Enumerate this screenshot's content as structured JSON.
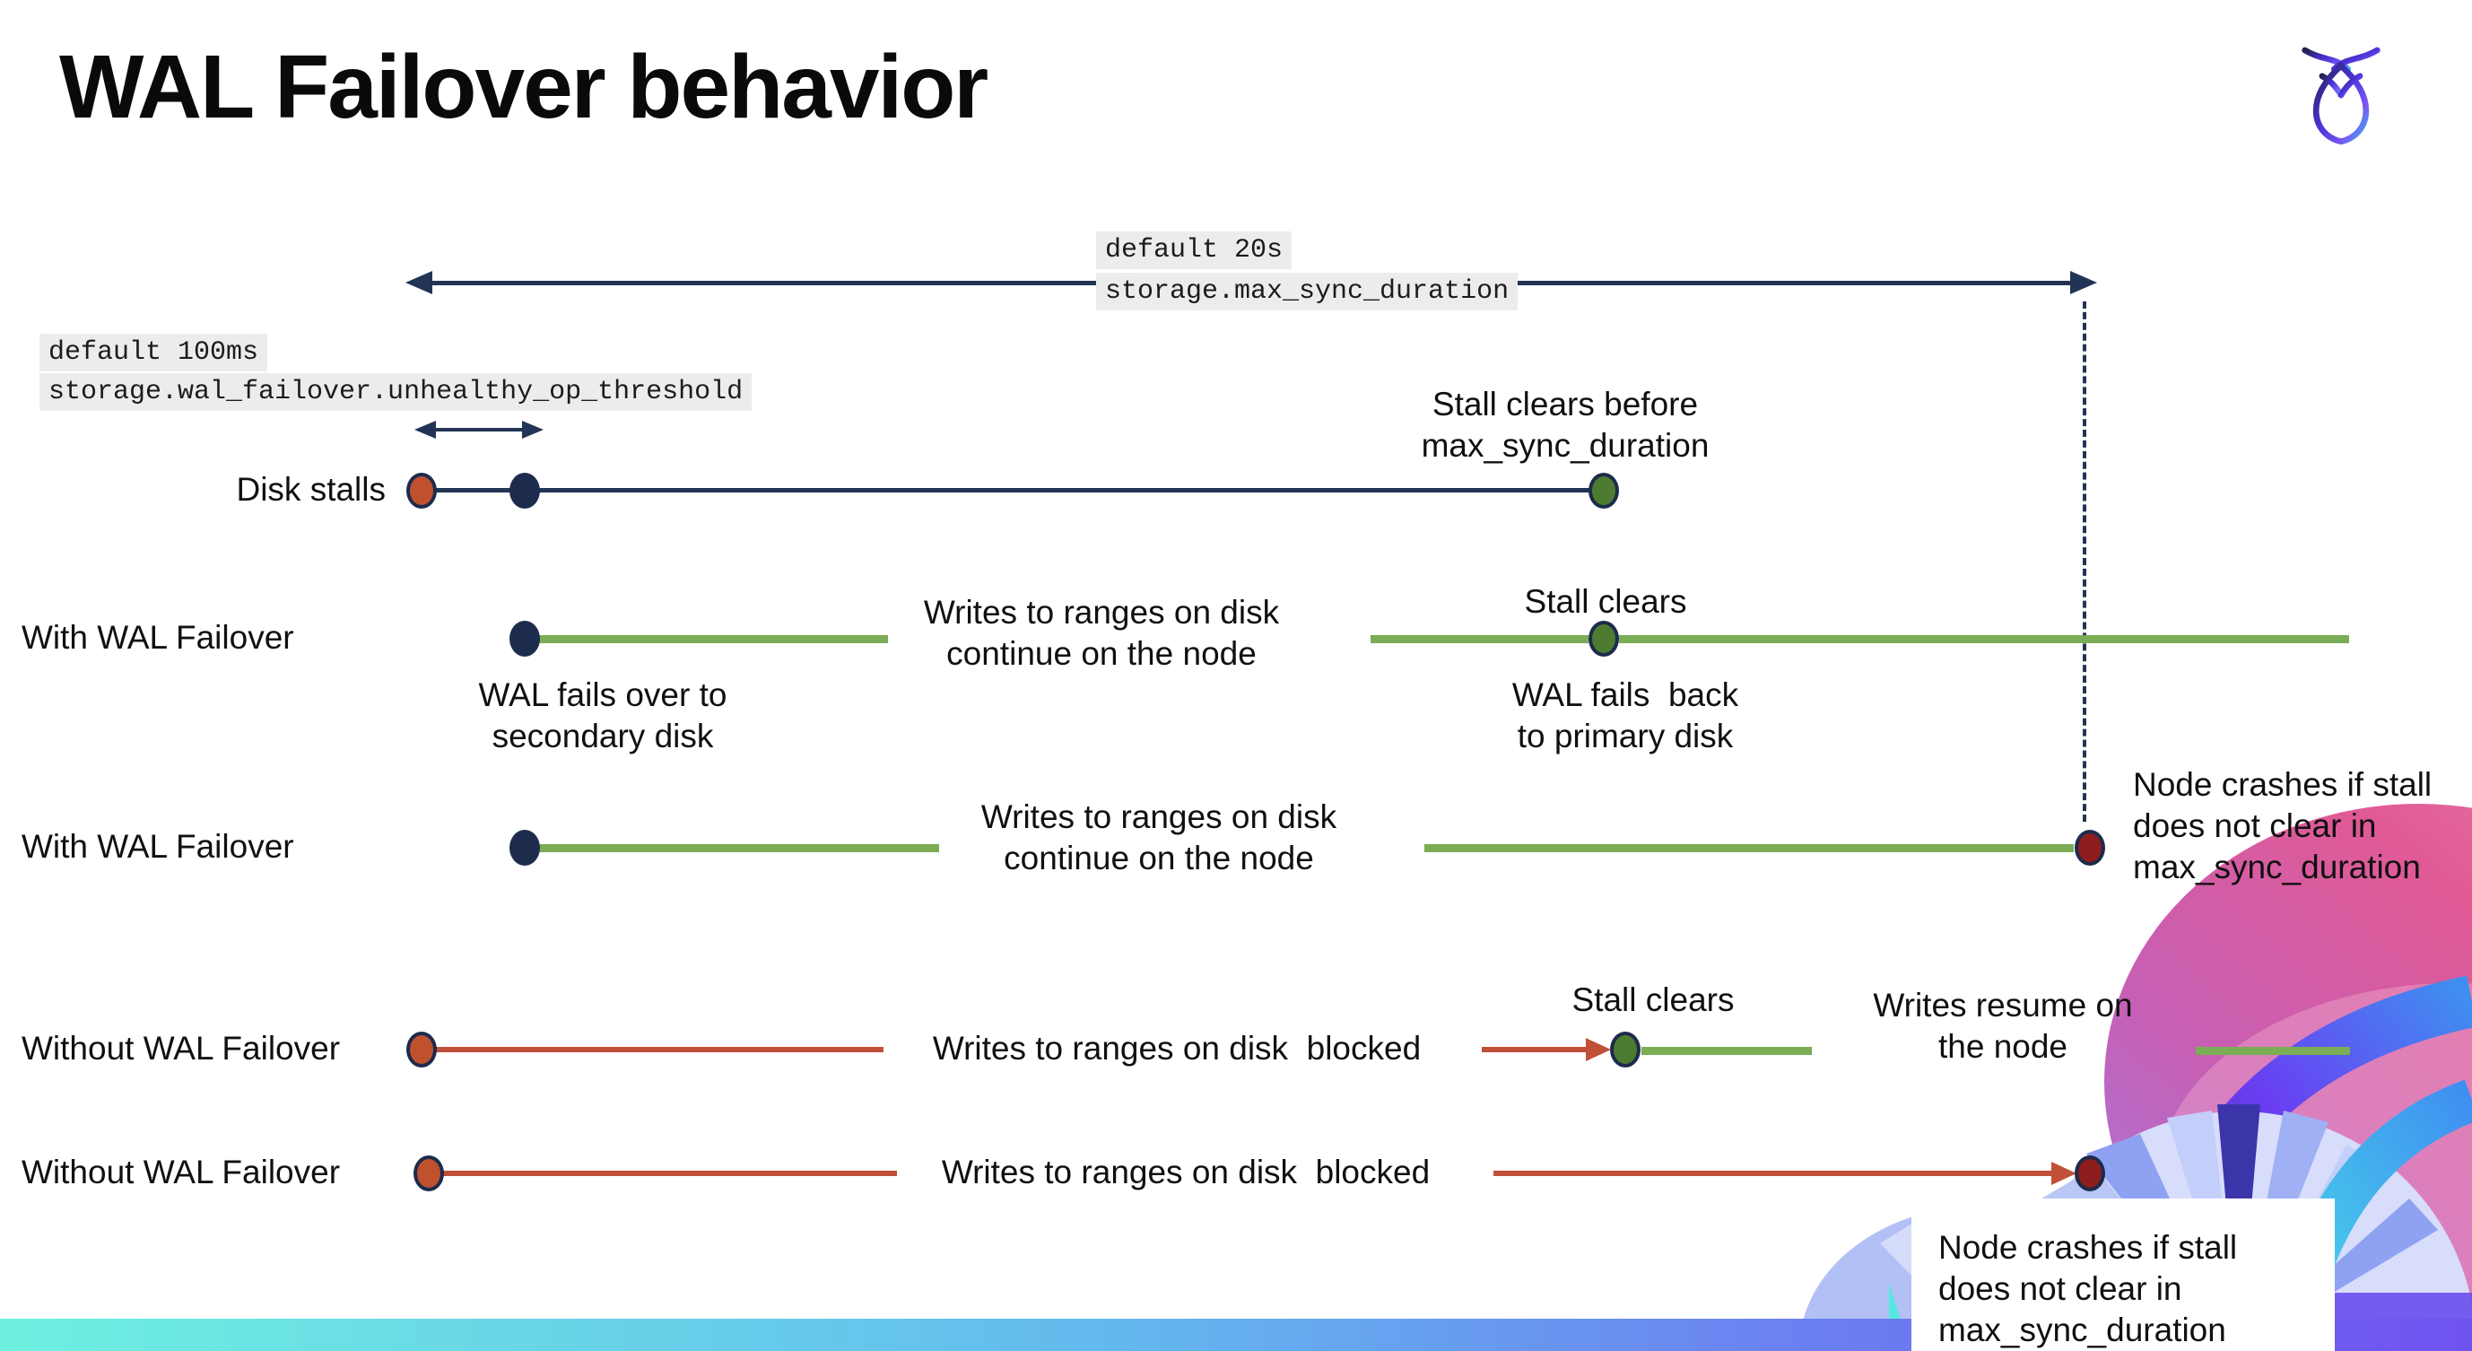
{
  "title": "WAL Failover behavior",
  "icons": {
    "logo": "cockroachdb-logo (gradient cockroach mark, navy-purple-cyan)",
    "brand_graphic": "cockroach-brand-art (pink/purple/cyan arcs and petal fan, bottom right)"
  },
  "colors": {
    "navy": "#223455",
    "navy_dot": "#1d2b4c",
    "green_line": "#7aad55",
    "green_dot": "#4d7c31",
    "red_line": "#c15039",
    "red_dot": "#c0512f",
    "crash_dot": "#8e1d1d",
    "setting_label_bg": "#ececec",
    "footer_gradient": [
      "#6ef0e0",
      "#63b9ee",
      "#7052f0"
    ]
  },
  "settings_annotations": {
    "max_sync_duration": {
      "default_value": "default 20s",
      "setting_name": "storage.max_sync_duration"
    },
    "unhealthy_op_threshold": {
      "default_value": "default 100ms",
      "setting_name": "storage.wal_failover.unhealthy_op_threshold"
    }
  },
  "rows": [
    {
      "label": "Disk stalls",
      "note_lines": [
        "Stall clears before",
        "max_sync_duration"
      ]
    },
    {
      "label": "With WAL Failover",
      "failover_lines": [
        "WAL fails over to",
        "secondary disk"
      ],
      "writes_lines": [
        "Writes to ranges on disk",
        "continue on the node"
      ],
      "stall_clears": "Stall clears",
      "failback_lines": [
        "WAL fails  back",
        "to primary disk"
      ]
    },
    {
      "label": "With WAL Failover",
      "writes_lines": [
        "Writes to ranges on disk",
        "continue on the node"
      ],
      "crash_lines": [
        "Node crashes if stall",
        "does not clear in",
        "max_sync_duration"
      ]
    },
    {
      "label": "Without WAL Failover",
      "writes_note": "Writes to ranges on disk  blocked",
      "stall_clears": "Stall clears",
      "resume_lines": [
        "Writes resume on",
        "the node"
      ]
    },
    {
      "label": "Without WAL Failover",
      "writes_note": "Writes to ranges on disk  blocked",
      "crash_lines": [
        "Node crashes if stall",
        "does not clear in",
        "max_sync_duration"
      ]
    }
  ]
}
